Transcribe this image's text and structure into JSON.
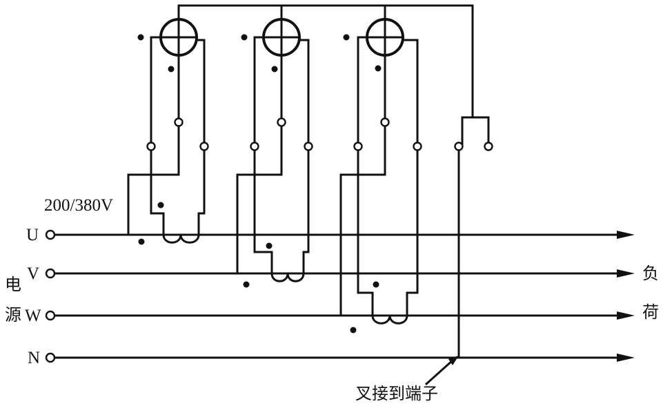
{
  "voltage_label": "200/380V",
  "phases": {
    "u": "U",
    "v": "V",
    "w": "W",
    "n": "N"
  },
  "source_label": {
    "char1": "电",
    "char2": "源"
  },
  "load_label": {
    "char1": "负",
    "char2": "荷"
  },
  "terminal_label": "叉接到端子"
}
